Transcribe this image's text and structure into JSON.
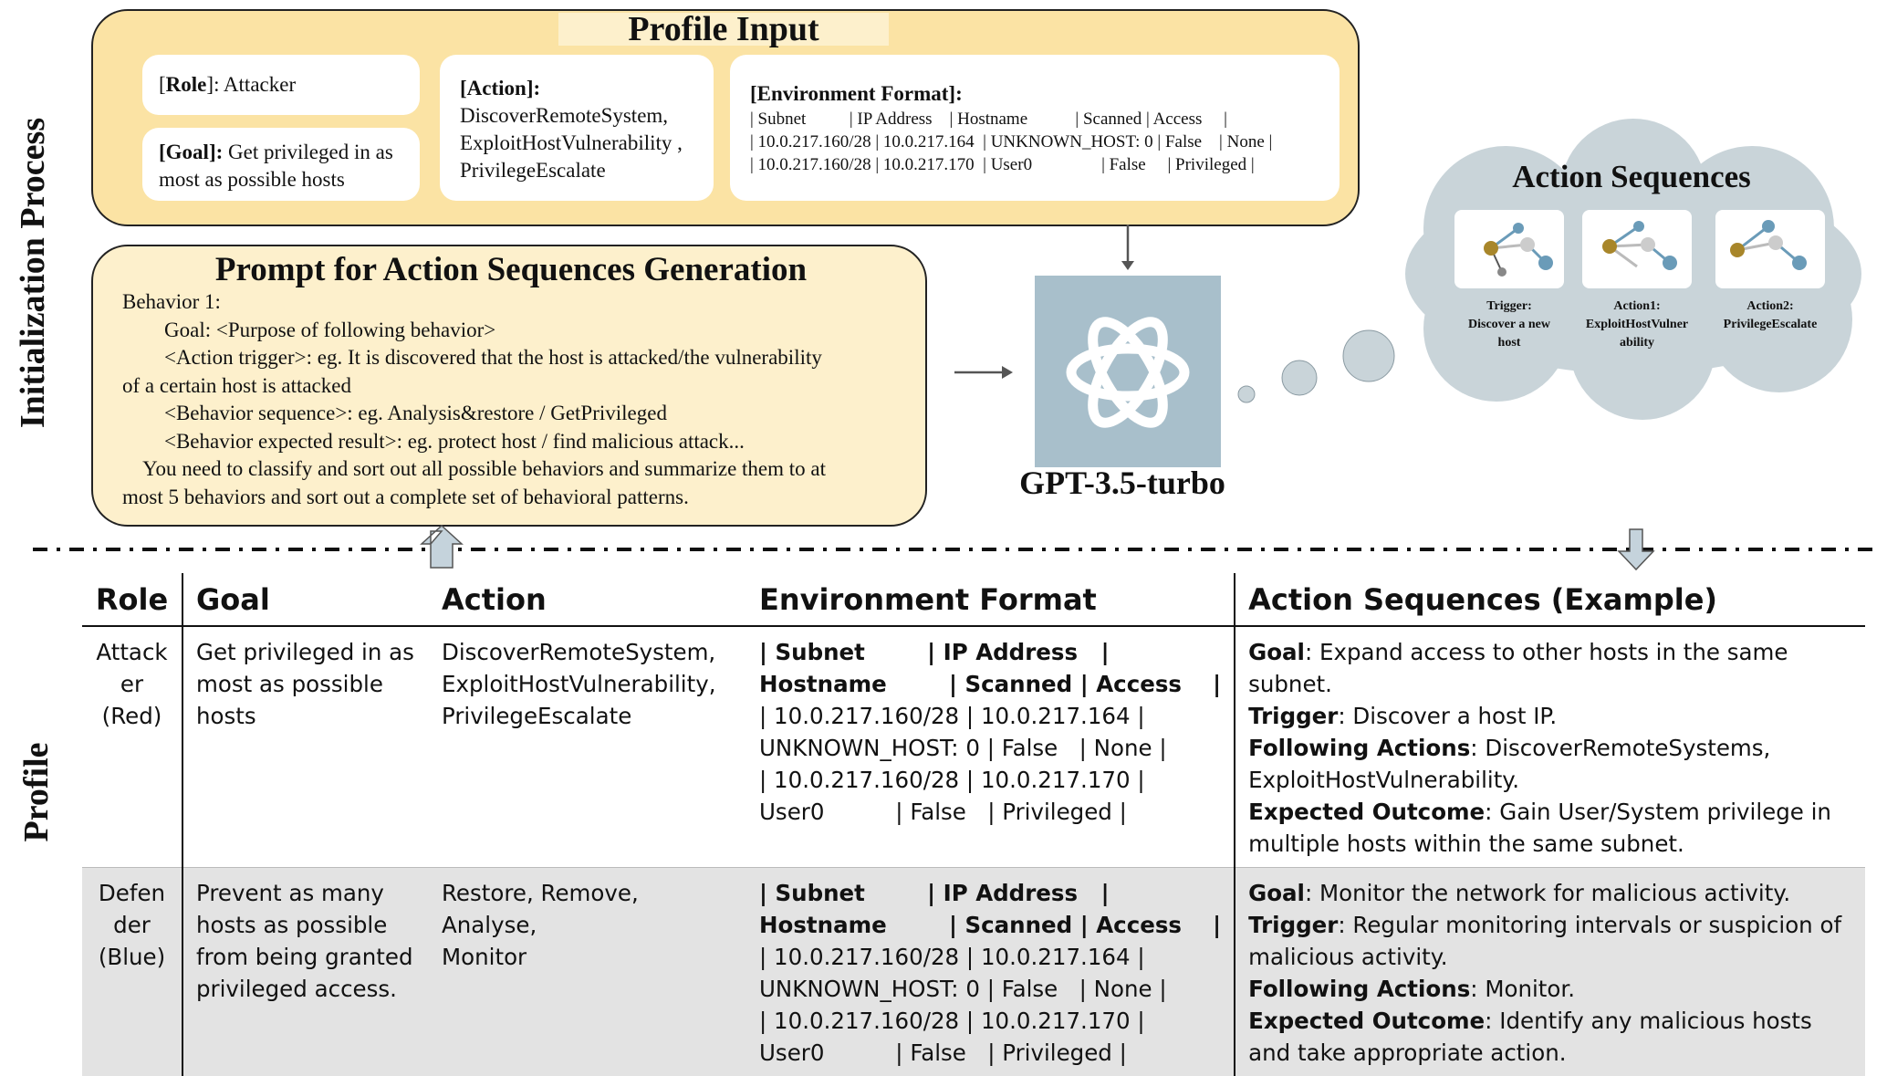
{
  "side_labels": {
    "top": "Initialization Process",
    "bottom": "Profile"
  },
  "profile_input": {
    "title": "Profile Input",
    "role_key": "Role",
    "role_value": ": Attacker",
    "goal_key": "[Goal]:",
    "goal_value": " Get privileged in as most as possible hosts",
    "action_key": "[Action]:",
    "action_value": "DiscoverRemoteSystem, ExploitHostVulnerability , PrivilegeEscalate",
    "env_title": "[Environment Format]:",
    "env_lines": [
      "| Subnet          | IP Address    | Hostname           | Scanned | Access     |",
      "| 10.0.217.160/28 | 10.0.217.164  | UNKNOWN_HOST: 0 | False    | None |",
      "| 10.0.217.160/28 | 10.0.217.170  | User0                | False     | Privileged |"
    ]
  },
  "prompt": {
    "title": "Prompt for Action Sequences Generation",
    "lines": [
      "Behavior 1:",
      "        Goal: <Purpose of following behavior>",
      "        <Action trigger>: eg. It is discovered that the host is attacked/the vulnerability",
      "of a certain host is attacked",
      "        <Behavior sequence>: eg. Analysis&restore / GetPrivileged",
      "        <Behavior expected result>: eg. protect host / find malicious attack...",
      "    You need to classify and sort out all possible behaviors and summarize them to at",
      "most 5 behaviors and sort out a complete set of behavioral patterns."
    ]
  },
  "model": {
    "name": "GPT-3.5-turbo"
  },
  "action_sequences": {
    "title": "Action Sequences",
    "cards": [
      {
        "caption": [
          "Trigger:",
          "Discover a new",
          "host"
        ]
      },
      {
        "caption": [
          "Action1:",
          "ExploitHostVulner",
          "ability"
        ]
      },
      {
        "caption": [
          "Action2:",
          "PrivilegeEscalate"
        ]
      }
    ]
  },
  "table": {
    "headers": [
      "Role",
      "Goal",
      "Action",
      "Environment Format",
      "Action Sequences (Example)"
    ],
    "rows": [
      {
        "role": [
          "Attack",
          "er",
          "(Red)"
        ],
        "goal": "Get privileged in as most as possible hosts",
        "action": [
          "DiscoverRemoteSystem,",
          "ExploitHostVulnerability,",
          "PrivilegeEscalate"
        ],
        "env": {
          "h1": "| Subnet        | IP Address   |",
          "h2": "Hostname        | Scanned | Access    |",
          "lines": [
            "| 10.0.217.160/28 | 10.0.217.164 |",
            "UNKNOWN_HOST: 0 | False   | None |",
            "| 10.0.217.160/28 | 10.0.217.170 |",
            "User0          | False   | Privileged |"
          ]
        },
        "seq": [
          {
            "k": "Goal",
            "v": ": Expand access to other hosts in the same subnet."
          },
          {
            "k": "Trigger",
            "v": ": Discover a host IP."
          },
          {
            "k": "Following Actions",
            "v": ": DiscoverRemoteSystems, ExploitHostVulnerability."
          },
          {
            "k": "Expected Outcome",
            "v": ": Gain User/System privilege in multiple hosts within the same subnet."
          }
        ]
      },
      {
        "role": [
          "Defen",
          "der",
          "(Blue)"
        ],
        "goal": "Prevent as many hosts as possible from being granted privileged access.",
        "action": [
          "Restore, Remove, Analyse,",
          "Monitor"
        ],
        "env": {
          "h1": "| Subnet        | IP Address   |",
          "h2": "Hostname        | Scanned | Access    |",
          "lines": [
            "| 10.0.217.160/28 | 10.0.217.164 |",
            "UNKNOWN_HOST: 0 | False   | None |",
            "| 10.0.217.160/28 | 10.0.217.170 |",
            "User0          | False   | Privileged |"
          ]
        },
        "seq": [
          {
            "k": "Goal",
            "v": ": Monitor the network for malicious activity."
          },
          {
            "k": "Trigger",
            "v": ": Regular monitoring intervals or suspicion of malicious activity."
          },
          {
            "k": "Following Actions",
            "v": ": Monitor."
          },
          {
            "k": "Expected Outcome",
            "v": ": Identify any malicious hosts and take appropriate action."
          }
        ]
      }
    ]
  },
  "colors": {
    "profile_bg": "#fbe3a4",
    "prompt_bg": "#fdf0cc",
    "cloud": "#c9d4d9",
    "gpt_tile": "#a8bfcb",
    "defender_row": "#e3e3e3"
  }
}
